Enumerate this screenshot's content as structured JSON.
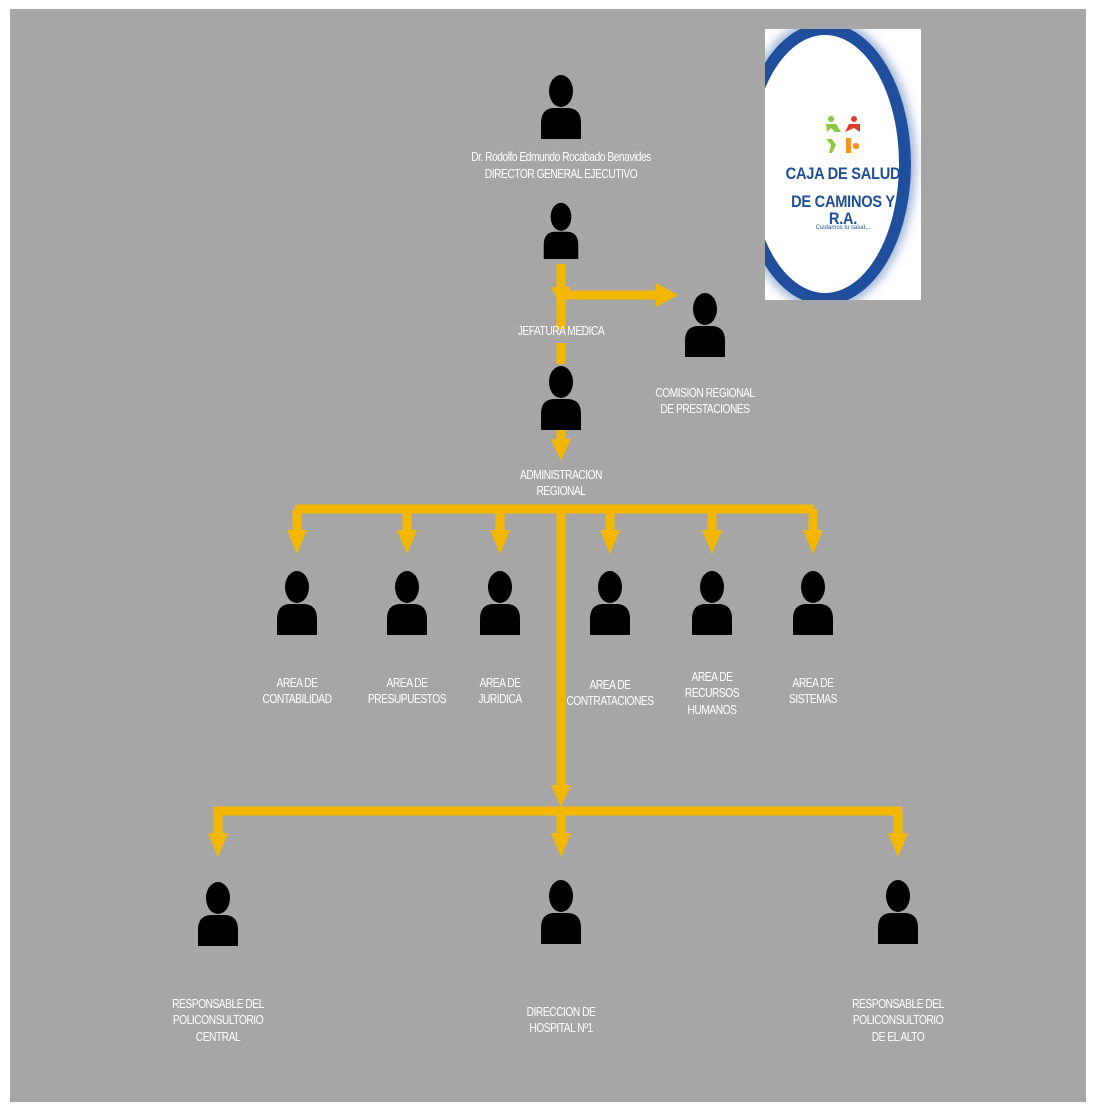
{
  "logo": {
    "line1": "CAJA DE SALUD",
    "line2": "DE CAMINOS Y R.A.",
    "tagline": "Cuidamos tu salud...",
    "colors": {
      "blue": "#1f4e9c",
      "red": "#e03a2a",
      "green": "#8dc63f",
      "orange": "#f7941d"
    }
  },
  "colors": {
    "background": "#a6a6a6",
    "connector": "#f5b800",
    "person": "#000000",
    "text": "#ffffff"
  },
  "nodes": {
    "director": {
      "name": "Dr. Rodolfo Edmundo Rocabado Benavides",
      "role": "DIRECTOR GENERAL EJECUTIVO"
    },
    "jefatura": {
      "label": "JEFATURA MEDICA"
    },
    "comision": {
      "label": "COMISION REGIONAL\nDE PRESTACIONES"
    },
    "administracion": {
      "label": "ADMINISTRACION\nREGIONAL"
    },
    "areas": [
      {
        "label": "AREA DE\nCONTABILIDAD"
      },
      {
        "label": "AREA DE\nPRESUPUESTOS"
      },
      {
        "label": "AREA DE\nJURIDICA"
      },
      {
        "label": "AREA DE\nCONTRATACIONES"
      },
      {
        "label": "AREA DE\nRECURSOS\nHUMANOS"
      },
      {
        "label": "AREA DE\nSISTEMAS"
      }
    ],
    "units": [
      {
        "label": "RESPONSABLE DEL\nPOLICONSULTORIO\nCENTRAL"
      },
      {
        "label": "DIRECCION DE\nHOSPITAL Nº1"
      },
      {
        "label": "RESPONSABLE DEL\nPOLICONSULTORIO\nDE EL ALTO"
      }
    ]
  }
}
